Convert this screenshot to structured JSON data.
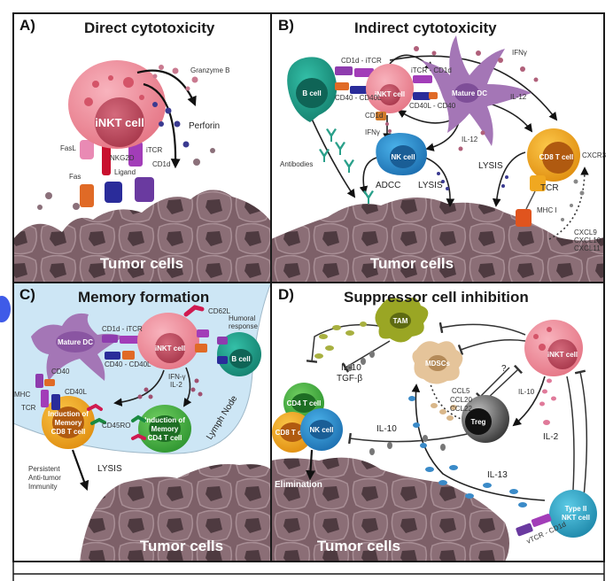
{
  "figure": {
    "side_marker_color": "#3f5be8",
    "colors": {
      "tumor": "#7d6068",
      "tumor_nucleus": "#4e3a40",
      "inkt": "#f08a98",
      "inkt_nucleus": "#c45266",
      "b_cell": "#1f9e8a",
      "mature_dc": "#a476b6",
      "nk_cell": "#2e8fd0",
      "cd8_t_cell": "#f0a820",
      "cd4_t_cell": "#4cb848",
      "tam": "#9aa624",
      "mdsc": "#e5c49a",
      "treg": "#4a4a4a",
      "type2_nkt": "#35a8c8",
      "lymph_node": "#cde6f5"
    }
  },
  "panels": {
    "A": {
      "letter": "A)",
      "title": "Direct cytotoxicity",
      "cells": {
        "inkt": "iNKT cell",
        "tumor": "Tumor cells"
      },
      "labels": {
        "granzyme": "Granzyme B",
        "perforin": "Perforin",
        "fasl": "FasL",
        "fas": "Fas",
        "nkg2d": "NKG2D",
        "ligand": "Ligand",
        "tcr": "iTCR",
        "cd1d": "CD1d"
      }
    },
    "B": {
      "letter": "B)",
      "title": "Indirect cytotoxicity",
      "cells": {
        "b_cell": "B cell",
        "inkt": "iNKT cell",
        "mature_dc": "Mature DC",
        "nk_cell": "NK cell",
        "cd8": "CD8 T cell",
        "tumor": "Tumor cells"
      },
      "labels": {
        "cd1d_tcr_1": "CD1d - iTCR",
        "cd40_cd40l_1": "CD40 - CD40L",
        "tcr_cd1d": "iTCR - CD1d",
        "cd40l_cd40": "CD40L - CD40",
        "cd1d": "CD1d",
        "ifng_1": "IFNγ",
        "ifng_2": "IFNγ",
        "il12_1": "IL-12",
        "il12_2": "IL-12",
        "antibodies": "Antibodies",
        "adcc": "ADCC",
        "lysis_nk": "LYSIS",
        "lysis_cd8": "LYSIS",
        "tcr": "TCR",
        "mhc": "MHC I",
        "cxcr3": "CXCR3",
        "chemokines": [
          "CXCL9",
          "CXCL10",
          "CXCL11"
        ]
      }
    },
    "C": {
      "letter": "C)",
      "title": "Memory formation",
      "cells": {
        "mature_dc": "Mature DC",
        "inkt": "iNKT cell",
        "b_cell": "B cell",
        "cd8_memory": [
          "Induction of",
          "Memory",
          "CD8 T cell"
        ],
        "cd4_memory": [
          "Induction of",
          "Memory",
          "CD4 T cell"
        ],
        "tumor": "Tumor cells"
      },
      "labels": {
        "cd1d_tcr": "CD1d - iTCR",
        "cd40_cd40l": "CD40 - CD40L",
        "cd62l": "CD62L",
        "humoral": [
          "Humoral",
          "response"
        ],
        "cytokines": [
          "IFN-γ",
          "IL-2"
        ],
        "cd40": "CD40",
        "cd40l": "CD40L",
        "mhc": "MHC",
        "tcr": "TCR",
        "cd45ro": "CD45RO",
        "lymph_node": "Lymph Node",
        "persistent": [
          "Persistent",
          "Anti-tumor",
          "Immunity"
        ],
        "lysis": "LYSIS"
      }
    },
    "D": {
      "letter": "D)",
      "title": "Suppressor cell inhibition",
      "cells": {
        "tam": "TAM",
        "mdsc": "MDSCs",
        "inkt": "iNKT cell",
        "cd4": "CD4 T cell",
        "cd8": "CD8 T cell",
        "nk": "NK cell",
        "treg": "Treg",
        "type2": [
          "Type II",
          "NKT cell"
        ],
        "tumor": "Tumor cells"
      },
      "labels": {
        "il10_tgfb": [
          "IL-10",
          "TGF-β"
        ],
        "chemokines": [
          "CCL5",
          "CCL20",
          "CCL22"
        ],
        "question": "?",
        "il10_inkt": "IL-10",
        "il10": "IL-10",
        "il2": "IL-2",
        "il13": "IL-13",
        "tcr_cd1d": "vTCR - CD1d",
        "elimination": "Elimination"
      }
    }
  }
}
